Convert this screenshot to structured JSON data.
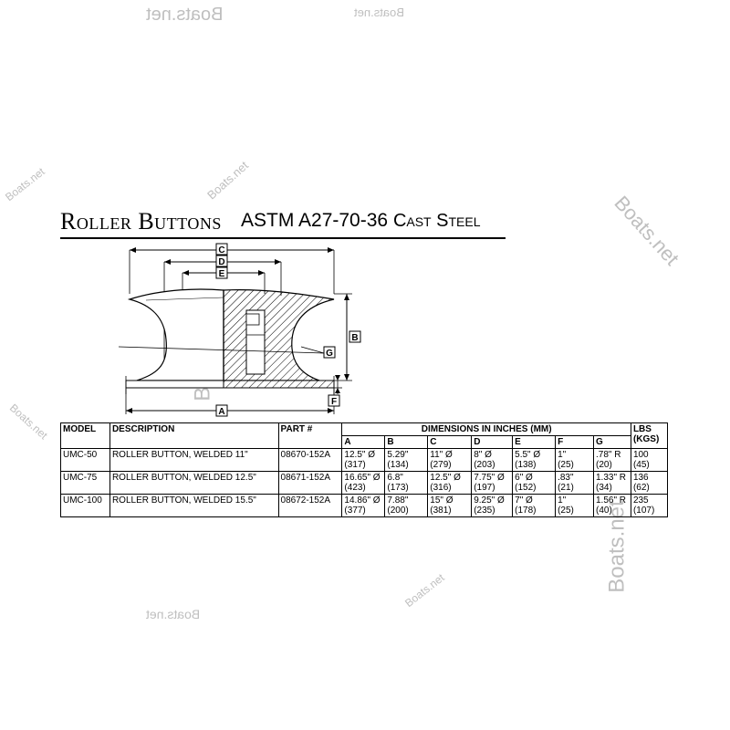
{
  "watermark": "Boats.net",
  "title": {
    "left": "Roller Buttons",
    "spec": "ASTM A27-70-36",
    "material": "Cast Steel"
  },
  "diagram": {
    "labels": [
      "C",
      "D",
      "E",
      "B",
      "G",
      "F",
      "A"
    ]
  },
  "table": {
    "headers": {
      "model": "MODEL",
      "description": "DESCRIPTION",
      "part": "PART #",
      "dimensions": "DIMENSIONS IN INCHES (MM)",
      "lbs": "LBS",
      "kgs": "(KGS)",
      "letters": [
        "A",
        "B",
        "C",
        "D",
        "E",
        "F",
        "G"
      ]
    },
    "rows": [
      {
        "model": "UMC-50",
        "description": "ROLLER BUTTON, WELDED 11\"",
        "part": "08670-152A",
        "dims": [
          [
            "12.5\" Ø",
            "(317)"
          ],
          [
            "5.29\"",
            "(134)"
          ],
          [
            "11\" Ø",
            "(279)"
          ],
          [
            "8\" Ø",
            "(203)"
          ],
          [
            "5.5\" Ø",
            "(138)"
          ],
          [
            "1\"",
            "(25)"
          ],
          [
            ".78\" R",
            "(20)"
          ]
        ],
        "weight": [
          "100",
          "(45)"
        ]
      },
      {
        "model": "UMC-75",
        "description": "ROLLER BUTTON, WELDED 12.5\"",
        "part": "08671-152A",
        "dims": [
          [
            "16.65\" Ø",
            "(423)"
          ],
          [
            "6.8\"",
            "(173)"
          ],
          [
            "12.5\" Ø",
            "(316)"
          ],
          [
            "7.75\" Ø",
            "(197)"
          ],
          [
            "6\" Ø",
            "(152)"
          ],
          [
            ".83\"",
            "(21)"
          ],
          [
            "1.33\" R",
            "(34)"
          ]
        ],
        "weight": [
          "136",
          "(62)"
        ]
      },
      {
        "model": "UMC-100",
        "description": "ROLLER BUTTON, WELDED 15.5\"",
        "part": "08672-152A",
        "dims": [
          [
            "14.86\" Ø",
            "(377)"
          ],
          [
            "7.88\"",
            "(200)"
          ],
          [
            "15\" Ø",
            "(381)"
          ],
          [
            "9.25\" Ø",
            "(235)"
          ],
          [
            "7\" Ø",
            "(178)"
          ],
          [
            "1\"",
            "(25)"
          ],
          [
            "1.56\" R",
            "(40)"
          ]
        ],
        "weight": [
          "235",
          "(107)"
        ]
      }
    ]
  }
}
